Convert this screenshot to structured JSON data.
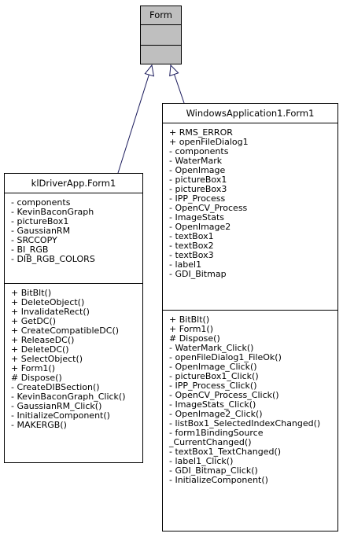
{
  "form": {
    "title": "Form"
  },
  "kldriver": {
    "title": "klDriverApp.Form1",
    "attributes": [
      "- components",
      "- KevinBaconGraph",
      "- pictureBox1",
      "- GaussianRM",
      "- SRCCOPY",
      "- BI_RGB",
      "- DIB_RGB_COLORS"
    ],
    "operations": [
      "+ BitBlt()",
      "+ DeleteObject()",
      "+ InvalidateRect()",
      "+ GetDC()",
      "+ CreateCompatibleDC()",
      "+ ReleaseDC()",
      "+ DeleteDC()",
      "+ SelectObject()",
      "+ Form1()",
      "# Dispose()",
      "- CreateDIBSection()",
      "- KevinBaconGraph_Click()",
      "- GaussianRM_Click()",
      "- InitializeComponent()",
      "- MAKERGB()"
    ]
  },
  "winapp": {
    "title": "WindowsApplication1.Form1",
    "attributes": [
      "+ RMS_ERROR",
      "+ openFileDialog1",
      "- components",
      "- WaterMark",
      "- OpenImage",
      "- pictureBox1",
      "- pictureBox3",
      "- IPP_Process",
      "- OpenCV_Process",
      "- ImageStats",
      "- OpenImage2",
      "- textBox1",
      "- textBox2",
      "- textBox3",
      "- label1",
      "- GDI_Bitmap"
    ],
    "operations": [
      "+ BitBlt()",
      "+ Form1()",
      "# Dispose()",
      "- WaterMark_Click()",
      "- openFileDialog1_FileOk()",
      "- OpenImage_Click()",
      "- pictureBox1_Click()",
      "- IPP_Process_Click()",
      "- OpenCV_Process_Click()",
      "- ImageStats_Click()",
      "- OpenImage2_Click()",
      "- listBox1_SelectedIndexChanged()",
      "- form1BindingSource",
      "  _CurrentChanged()",
      "- textBox1_TextChanged()",
      "- label1_Click()",
      "- GDI_Bitmap_Click()",
      "- InitializeComponent()"
    ]
  }
}
